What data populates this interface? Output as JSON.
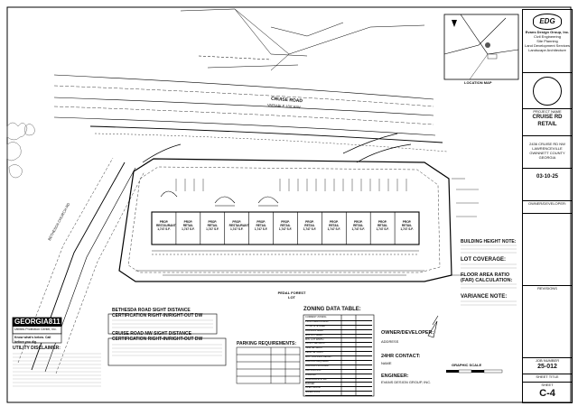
{
  "firm": {
    "name": "Evans Design Group, Inc.",
    "services": [
      "Civil Engineering",
      "Site Planning",
      "Land Development Services",
      "Landscape Architecture"
    ]
  },
  "location_map_label": "LOCATION MAP",
  "project": {
    "name_label": "PROJECT NAME",
    "name_line1": "CRUISE RD",
    "name_line2": "RETAIL",
    "address": "2436 CRUISE RD NW LAWRENCEVILLE GWINNETT COUNTY GEORGIA",
    "date": "03-10-25",
    "owner_label": "OWNER/DEVELOPER:",
    "revisions_label": "REVISIONS",
    "job_label": "JOB NUMBER",
    "job_number": "25-012",
    "sheet_title_label": "SHEET TITLE",
    "sheet_label": "SHEET",
    "sheet_number": "C-4"
  },
  "road": {
    "name": "CRUISE ROAD",
    "row": "VARIABLE 100' R/W"
  },
  "units": [
    {
      "l1": "PROP.",
      "l2": "RESTAURANT",
      "l3": "1,747 S.F."
    },
    {
      "l1": "PROP.",
      "l2": "RETAIL",
      "l3": "1,747 S.F."
    },
    {
      "l1": "PROP.",
      "l2": "RETAIL",
      "l3": "1,747 S.F."
    },
    {
      "l1": "PROP.",
      "l2": "RESTAURANT",
      "l3": "1,747 S.F."
    },
    {
      "l1": "PROP.",
      "l2": "RETAIL",
      "l3": "1,747 S.F."
    },
    {
      "l1": "PROP.",
      "l2": "RETAIL",
      "l3": "1,747 S.F."
    },
    {
      "l1": "PROP.",
      "l2": "RETAIL",
      "l3": "1,747 S.F."
    },
    {
      "l1": "PROP.",
      "l2": "RETAIL",
      "l3": "1,747 S.F."
    },
    {
      "l1": "PROP.",
      "l2": "RETAIL",
      "l3": "1,747 S.F."
    },
    {
      "l1": "PROP.",
      "l2": "RETAIL",
      "l3": "1,747 S.F."
    },
    {
      "l1": "PROP.",
      "l2": "RETAIL",
      "l3": "1,747 S.F."
    }
  ],
  "notes": {
    "building_height": "BUILDING HEIGHT NOTE:",
    "lot_coverage": "LOT COVERAGE:",
    "far": "FLOOR AREA RATIO (FAR) CALCULATION:",
    "variance": "VARIANCE NOTE:"
  },
  "zoning": {
    "title": "ZONING DATA TABLE:",
    "rows": [
      "CURRENT ZONING",
      "PROPOSED ZONING",
      "TOTAL SITE AREA",
      "BUILDING AREA",
      "MIN. LOT AREA",
      "MIN. LOT WIDTH",
      "FRONT SETBACK",
      "SIDE SETBACK",
      "REAR SETBACK",
      "MAX. BUILDING HEIGHT",
      "PARKING REQUIRED",
      "PARKING PROVIDED",
      "ADA PARKING",
      "LOADING",
      "LANDSCAPE STRIP",
      "BUFFER",
      "OPEN SPACE",
      "IMPERVIOUS"
    ]
  },
  "parking": {
    "title": "PARKING REQUIREMENTS:"
  },
  "owner": {
    "title": "OWNER/DEVELOPER:",
    "addr": "ADDRESS"
  },
  "contact": {
    "title": "24HR CONTACT:",
    "name": "NAME"
  },
  "engineer": {
    "title": "ENGINEER:",
    "name": "EVANS DESIGN GROUP, INC."
  },
  "georgia811": {
    "title": "GEORGIA811",
    "sub": "Utilities Protection Center, Inc.",
    "line": "Know what's below. Call before you dig."
  },
  "disclaimer": {
    "title": "UTILITY DISCLAIMER:"
  },
  "sight1": {
    "title1": "BETHESDA ROAD SIGHT DISTANCE",
    "title2": "CERTIFICATION RIGHT-IN/RIGHT-OUT DW"
  },
  "sight2": {
    "title1": "CRUISE ROAD NW SIGHT DISTANCE",
    "title2": "CERTIFICATION RIGHT-IN/RIGHT-OUT DW"
  },
  "graphic_scale": "GRAPHIC SCALE",
  "adjoining": {
    "l1": "PEDAL FOREST",
    "l2": "LOT"
  },
  "road_labels": {
    "bethesda": "BETHESDA CHURCH RD"
  }
}
